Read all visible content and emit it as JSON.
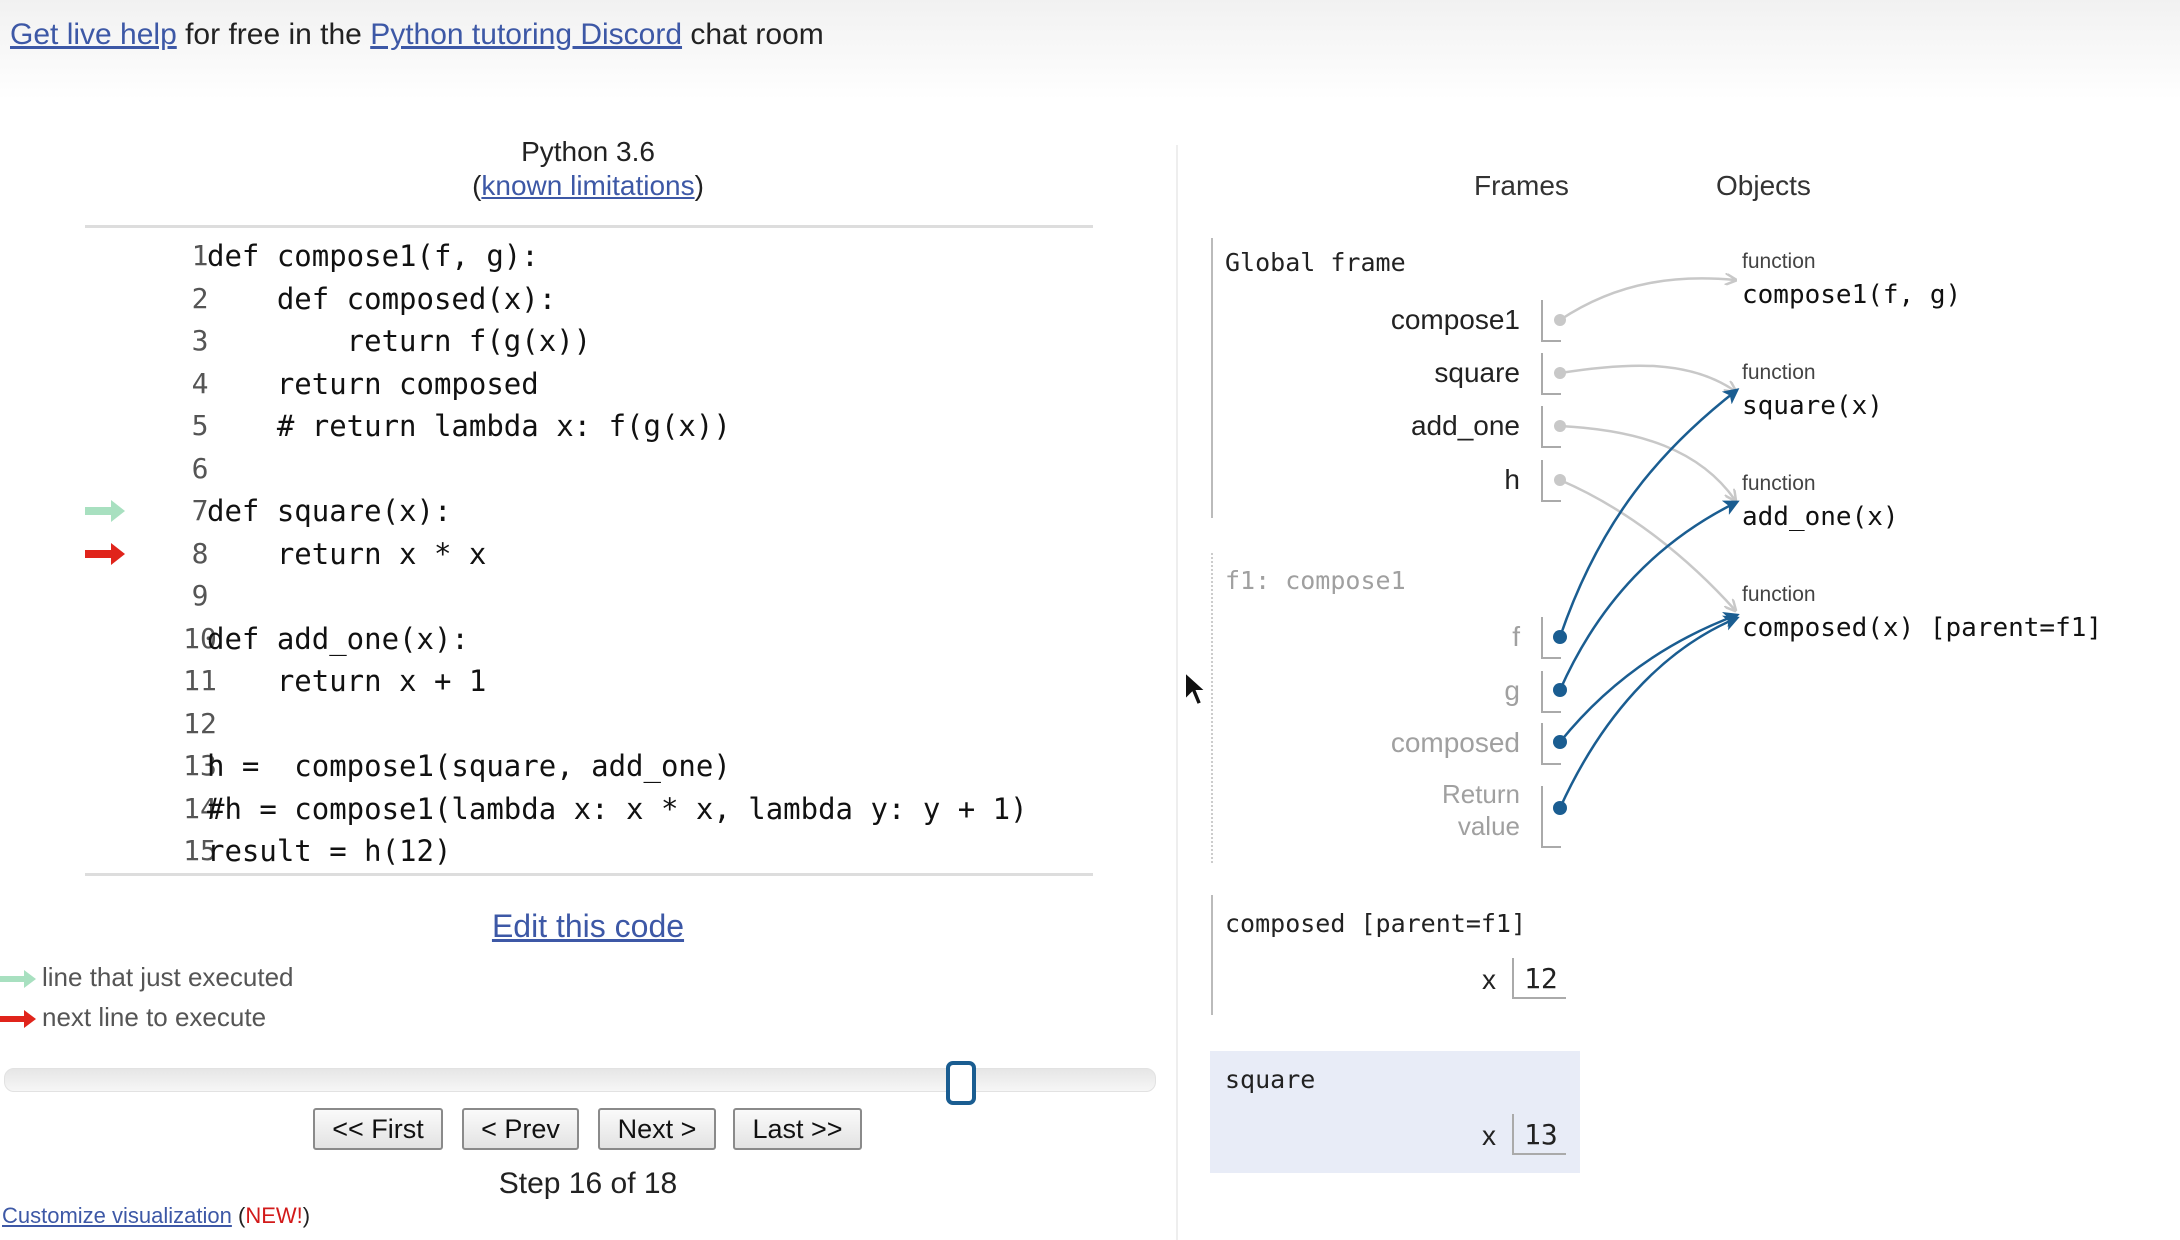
{
  "banner": {
    "live_help": "Get live help",
    "middle": " for free in the ",
    "discord": "Python tutoring Discord",
    "tail": " chat room"
  },
  "editor": {
    "language": "Python 3.6",
    "known_limitations_open": "(",
    "known_limitations": "known limitations",
    "known_limitations_close": ")",
    "lines": [
      {
        "n": "1",
        "code": "def compose1(f, g):"
      },
      {
        "n": "2",
        "code": "    def composed(x):"
      },
      {
        "n": "3",
        "code": "        return f(g(x))"
      },
      {
        "n": "4",
        "code": "    return composed"
      },
      {
        "n": "5",
        "code": "    # return lambda x: f(g(x))"
      },
      {
        "n": "6",
        "code": ""
      },
      {
        "n": "7",
        "code": "def square(x):"
      },
      {
        "n": "8",
        "code": "    return x * x"
      },
      {
        "n": "9",
        "code": ""
      },
      {
        "n": "10",
        "code": "def add_one(x):"
      },
      {
        "n": "11",
        "code": "    return x + 1"
      },
      {
        "n": "12",
        "code": ""
      },
      {
        "n": "13",
        "code": "h =  compose1(square, add_one)"
      },
      {
        "n": "14",
        "code": "#h = compose1(lambda x: x * x, lambda y: y + 1)"
      },
      {
        "n": "15",
        "code": "result = h(12)"
      }
    ],
    "just_executed_line": 7,
    "next_line": 8,
    "edit_code": "Edit this code",
    "legend_executed": "line that just executed",
    "legend_next": "next line to execute"
  },
  "controls": {
    "slider_fraction": 0.83,
    "first": "<< First",
    "prev": "< Prev",
    "next": "Next >",
    "last": "Last >>",
    "step_text": "Step 16 of 18",
    "customize": "Customize visualization",
    "new_open": " (",
    "new_label": "NEW!",
    "new_close": ")"
  },
  "viz": {
    "frames_header": "Frames",
    "objects_header": "Objects",
    "global_frame": {
      "title": "Global frame",
      "vars": [
        "compose1",
        "square",
        "add_one",
        "h"
      ]
    },
    "f1_frame": {
      "title": "f1: compose1",
      "vars": [
        "f",
        "g",
        "composed"
      ],
      "return_l1": "Return",
      "return_l2": "value"
    },
    "composed_frame": {
      "title": "composed [parent=f1]",
      "var": "x",
      "value": "12"
    },
    "square_frame": {
      "title": "square",
      "var": "x",
      "value": "13"
    },
    "objects": [
      {
        "kind": "function",
        "name": "compose1(f, g)"
      },
      {
        "kind": "function",
        "name": "square(x)"
      },
      {
        "kind": "function",
        "name": "add_one(x)"
      },
      {
        "kind": "function",
        "name": "composed(x) [parent=f1]"
      }
    ],
    "colors": {
      "arrow_active": "#1a5d91",
      "arrow_faded": "#c8c8c8",
      "executed_arrow": "#a8e0c0",
      "next_arrow": "#e0241b",
      "active_frame_bg": "#e8ecf7"
    }
  }
}
